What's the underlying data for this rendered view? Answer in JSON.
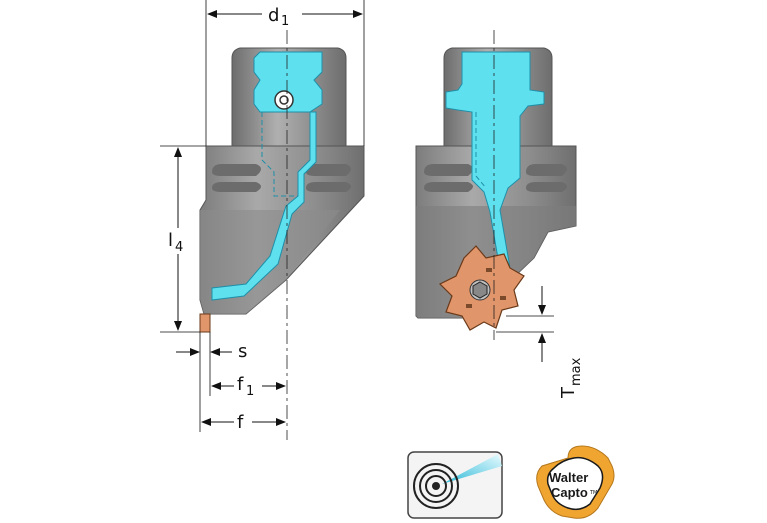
{
  "labels": {
    "d1_main": "d",
    "d1_sub": "1",
    "l4_main": "l",
    "l4_sub": "4",
    "s": "s",
    "f1_main": "f",
    "f1_sub": "1",
    "f": "f",
    "tmax_main": "T",
    "tmax_sub": "max"
  },
  "badges": {
    "walter_line1": "Walter",
    "walter_line2": "Capto",
    "walter_tm": "TM"
  },
  "colors": {
    "body": "#8a8a8a",
    "body_light": "#a6a6a6",
    "body_dark": "#6e6e6e",
    "coolant": "#5fe0ef",
    "insert": "#e0956a",
    "badge_orange": "#f0a531"
  },
  "icons": [
    "coolant-badge-icon",
    "walter-capto-badge-icon"
  ]
}
